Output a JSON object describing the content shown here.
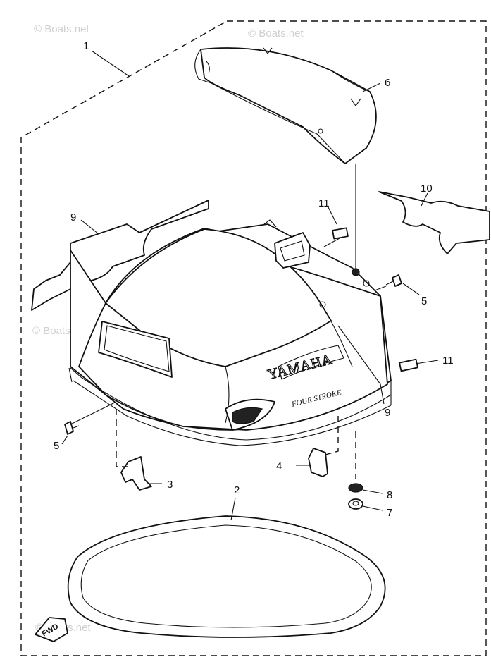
{
  "watermark": "© Boats.net",
  "callouts": {
    "c1": "1",
    "c2": "2",
    "c3": "3",
    "c4": "4",
    "c5a": "5",
    "c5b": "5",
    "c6": "6",
    "c7": "7",
    "c8": "8",
    "c9a": "9",
    "c9b": "9",
    "c10": "10",
    "c11a": "11",
    "c11b": "11"
  },
  "cowl": {
    "brand": "YAMAHA",
    "subtitle": "FOUR STROKE"
  },
  "fwd_label": "FWD"
}
